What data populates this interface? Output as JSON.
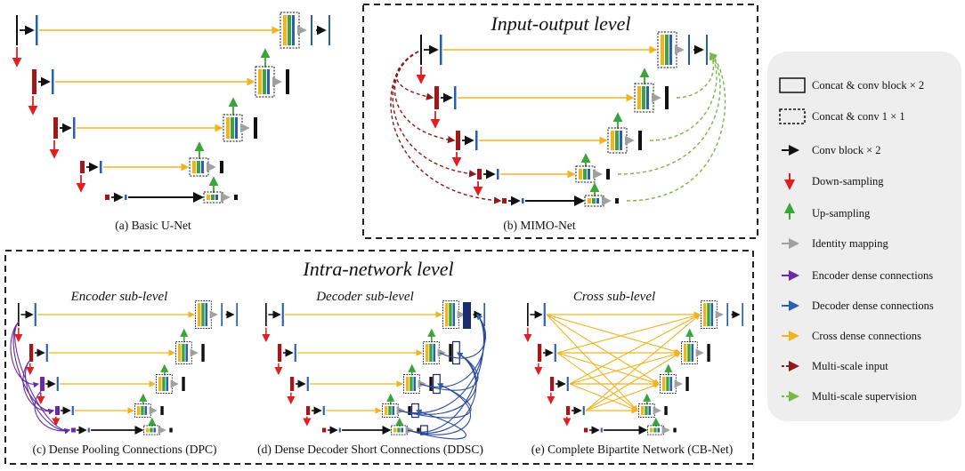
{
  "panels": {
    "a": {
      "caption": "(a) Basic U-Net"
    },
    "b": {
      "caption": "(b) MIMO-Net",
      "level_title": "Input-output level"
    },
    "intra": {
      "level_title": "Intra-network level"
    },
    "c": {
      "sublevel": "Encoder sub-level",
      "caption": "(c) Dense Pooling Connections (DPC)"
    },
    "d": {
      "sublevel": "Decoder sub-level",
      "caption": "(d) Dense Decoder Short Connections (DDSC)"
    },
    "e": {
      "sublevel": "Cross sub-level",
      "caption": "(e) Complete Bipartite Network (CB-Net)"
    }
  },
  "legend": {
    "items": [
      {
        "label": "Concat & conv block × 2",
        "icon": "solid-box-icon"
      },
      {
        "label": "Concat & conv 1 × 1",
        "icon": "dashed-box-icon"
      },
      {
        "label": "Conv block × 2",
        "icon": "black-arrow-icon",
        "color": "#111111"
      },
      {
        "label": "Down-sampling",
        "icon": "red-down-arrow-icon",
        "color": "#e02020"
      },
      {
        "label": "Up-sampling",
        "icon": "green-up-arrow-icon",
        "color": "#3aa53a"
      },
      {
        "label": "Identity mapping",
        "icon": "gray-arrow-icon",
        "color": "#a0a0a0"
      },
      {
        "label": "Encoder dense  connections",
        "icon": "purple-arrow-icon",
        "color": "#6a2aa8"
      },
      {
        "label": "Decoder dense connections",
        "icon": "blue-arrow-icon",
        "color": "#2a5fb0"
      },
      {
        "label": "Cross dense connections",
        "icon": "yellow-arrow-icon",
        "color": "#f2b320"
      },
      {
        "label": "Multi-scale input",
        "icon": "darkred-dashed-arrow-icon",
        "color": "#8b1a1a"
      },
      {
        "label": "Multi-scale supervision",
        "icon": "green-dashed-arrow-icon",
        "color": "#7ab648"
      }
    ]
  },
  "colors": {
    "encoder_block": "#a01818",
    "skip_line": "#f2b320",
    "decoder_blue": "#2a5fb0",
    "decoder_green": "#3aa53a",
    "panel_bg": "#eeeeee"
  }
}
